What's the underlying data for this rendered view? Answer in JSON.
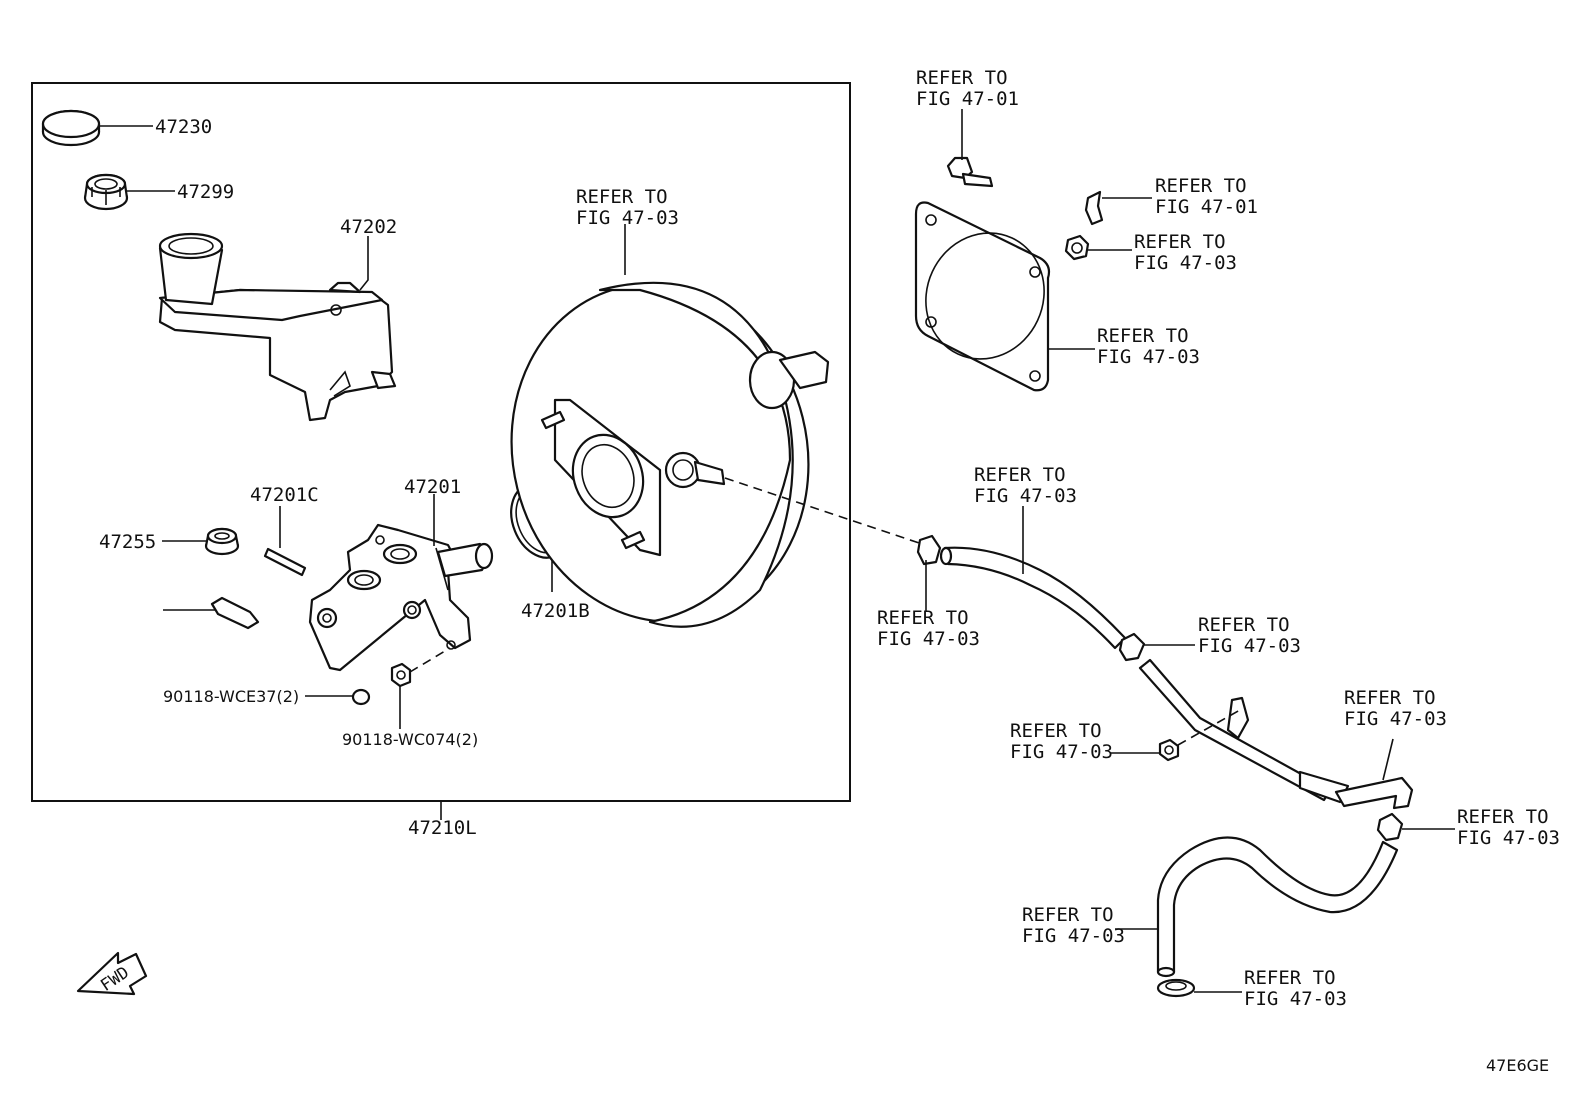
{
  "assembly_label": "47210L",
  "diagram_code": "47E6GE",
  "fwd_label": "FWD",
  "parts": {
    "p47230": "47230",
    "p47299": "47299",
    "p47202": "47202",
    "p47201C": "47201C",
    "p47201": "47201",
    "p47255": "47255",
    "p47201B": "47201B",
    "p90118_WCE37": "90118-WCE37(2)",
    "p90118_WC074": "90118-WC074(2)"
  },
  "refs": [
    {
      "line1": "REFER TO",
      "line2": "FIG 47-01"
    },
    {
      "line1": "REFER TO",
      "line2": "FIG 47-03"
    },
    {
      "line1": "REFER TO",
      "line2": "FIG 47-01"
    },
    {
      "line1": "REFER TO",
      "line2": "FIG 47-03"
    },
    {
      "line1": "REFER TO",
      "line2": "FIG 47-03"
    },
    {
      "line1": "REFER TO",
      "line2": "FIG 47-03"
    },
    {
      "line1": "REFER TO",
      "line2": "FIG 47-03"
    },
    {
      "line1": "REFER TO",
      "line2": "FIG 47-03"
    },
    {
      "line1": "REFER TO",
      "line2": "FIG 47-03"
    },
    {
      "line1": "REFER TO",
      "line2": "FIG 47-03"
    },
    {
      "line1": "REFER TO",
      "line2": "FIG 47-03"
    },
    {
      "line1": "REFER TO",
      "line2": "FIG 47-03"
    },
    {
      "line1": "REFER TO",
      "line2": "FIG 47-03"
    }
  ]
}
